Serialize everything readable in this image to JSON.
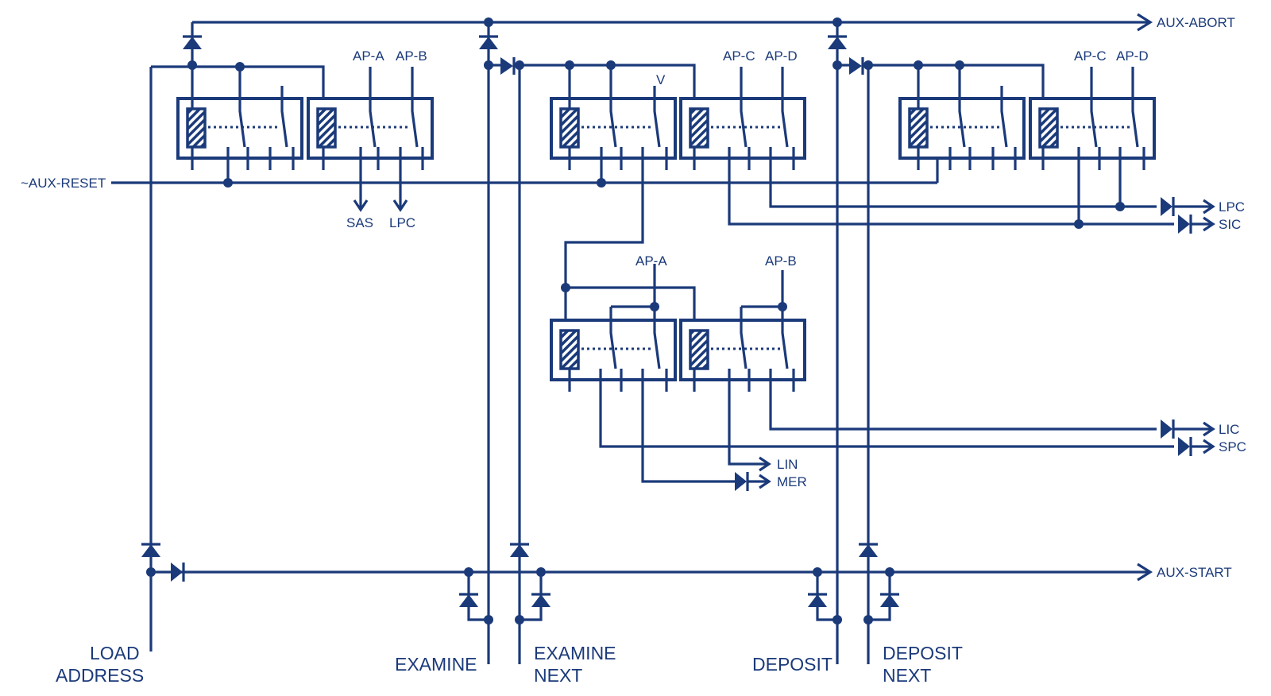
{
  "colors": {
    "ink": "#1b3a7a",
    "background": "#ffffff"
  },
  "outputs": {
    "aux_abort": "AUX-ABORT",
    "aux_start": "AUX-START",
    "aux_reset": "~AUX-RESET",
    "lpc_right": "LPC",
    "sic": "SIC",
    "lic": "LIC",
    "spc": "SPC",
    "lin": "LIN",
    "mer": "MER",
    "sas": "SAS",
    "lpc_bottom": "LPC"
  },
  "relay_labels": {
    "r1_ap_a": "AP-A",
    "r1_ap_b": "AP-B",
    "r2_v": "V",
    "r2_ap_c": "AP-C",
    "r2_ap_d": "AP-D",
    "r3_ap_c": "AP-C",
    "r3_ap_d": "AP-D",
    "r4_ap_a": "AP-A",
    "r4_ap_b": "AP-B"
  },
  "switches": {
    "load_address": [
      "LOAD",
      "ADDRESS"
    ],
    "examine": "EXAMINE",
    "examine_next": [
      "EXAMINE",
      "NEXT"
    ],
    "deposit": "DEPOSIT",
    "deposit_next": [
      "DEPOSIT",
      "NEXT"
    ]
  }
}
